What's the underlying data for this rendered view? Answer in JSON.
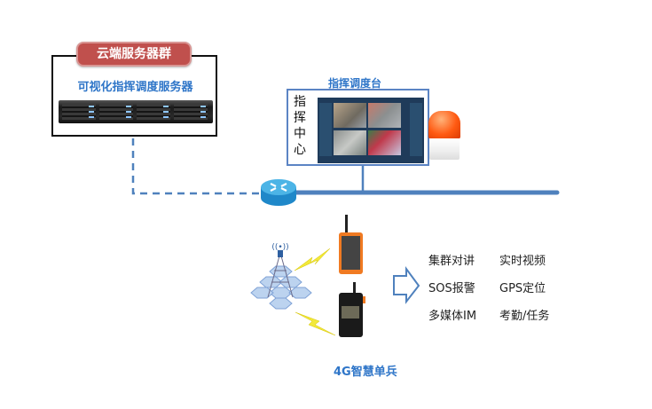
{
  "cloud": {
    "badge": "云端服务器群",
    "server_title": "可视化指挥调度服务器"
  },
  "console": {
    "title": "指挥调度台",
    "side_label": [
      "指",
      "挥",
      "中",
      "心"
    ]
  },
  "terminals": {
    "title": "4G智慧单兵",
    "features": [
      [
        "集群对讲",
        "实时视频"
      ],
      [
        "SOS报警",
        "GPS定位"
      ],
      [
        "多媒体IM",
        "考勤/任务"
      ]
    ]
  },
  "colors": {
    "accent_blue": "#2e75c8",
    "line_blue": "#4f81bd",
    "badge_red": "#c0504d"
  }
}
